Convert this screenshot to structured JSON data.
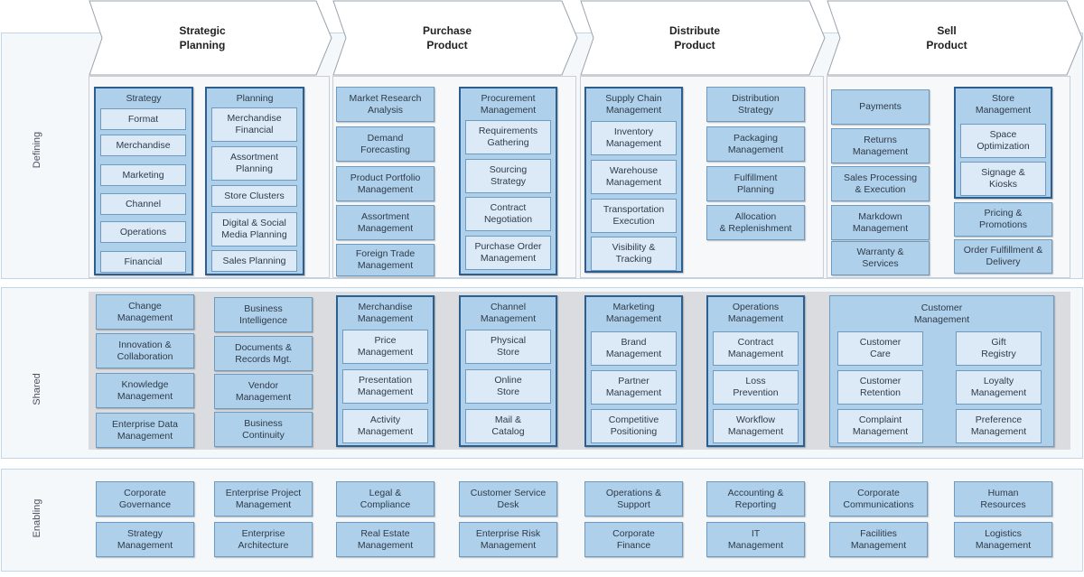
{
  "bands": {
    "defining": "Defining",
    "shared": "Shared",
    "enabling": "Enabling"
  },
  "stages": [
    "Strategic\nPlanning",
    "Purchase\nProduct",
    "Distribute\nProduct",
    "Sell\nProduct"
  ],
  "defining": {
    "strategy": {
      "title": "Strategy",
      "items": [
        "Format",
        "Merchandise",
        "Marketing",
        "Channel",
        "Operations",
        "Financial"
      ]
    },
    "planning": {
      "title": "Planning",
      "items": [
        "Merchandise\nFinancial",
        "Assortment\nPlanning",
        "Store Clusters",
        "Digital & Social\nMedia Planning",
        "Sales Planning"
      ]
    },
    "purchase_left": [
      "Market Research\nAnalysis",
      "Demand\nForecasting",
      "Product Portfolio\nManagement",
      "Assortment\nManagement",
      "Foreign Trade\nManagement"
    ],
    "procurement": {
      "title": "Procurement\nManagement",
      "items": [
        "Requirements\nGathering",
        "Sourcing\nStrategy",
        "Contract\nNegotiation",
        "Purchase Order\nManagement"
      ]
    },
    "supply_chain": {
      "title": "Supply  Chain\nManagement",
      "items": [
        "Inventory\nManagement",
        "Warehouse\nManagement",
        "Transportation\nExecution",
        "Visibility  &\nTracking"
      ]
    },
    "distribute_right": [
      "Distribution\nStrategy",
      "Packaging\nManagement",
      "Fulfillment\nPlanning",
      "Allocation\n& Replenishment"
    ],
    "sell_left": [
      "Payments",
      "Returns\nManagement",
      "Sales Processing\n& Execution",
      "Markdown\nManagement",
      "Warranty  &\nServices"
    ],
    "store_mgmt": {
      "title": "Store\nManagement",
      "items": [
        "Space\nOptimization",
        "Signage &\nKiosks"
      ]
    },
    "sell_right_extra": [
      "Pricing &\nPromotions",
      "Order Fulfillment  &\nDelivery"
    ]
  },
  "shared": {
    "col1": [
      "Change\nManagement",
      "Innovation  &\nCollaboration",
      "Knowledge\nManagement",
      "Enterprise Data\nManagement"
    ],
    "col2": [
      "Business\nIntelligence",
      "Documents  &\nRecords Mgt.",
      "Vendor\nManagement",
      "Business\nContinuity"
    ],
    "merch": {
      "title": "Merchandise\nManagement",
      "items": [
        "Price\nManagement",
        "Presentation\nManagement",
        "Activity\nManagement"
      ]
    },
    "channel": {
      "title": "Channel\nManagement",
      "items": [
        "Physical\nStore",
        "Online\nStore",
        "Mail  &\nCatalog"
      ]
    },
    "marketing": {
      "title": "Marketing\nManagement",
      "items": [
        "Brand\nManagement",
        "Partner\nManagement",
        "Competitive\nPositioning"
      ]
    },
    "operations": {
      "title": "Operations\nManagement",
      "items": [
        "Contract\nManagement",
        "Loss\nPrevention",
        "Workflow\nManagement"
      ]
    },
    "customer": {
      "title": "Customer\nManagement",
      "left": [
        "Customer\nCare",
        "Customer\nRetention",
        "Complaint\nManagement"
      ],
      "right": [
        "Gift\nRegistry",
        "Loyalty\nManagement",
        "Preference\nManagement"
      ]
    }
  },
  "enabling": {
    "top": [
      "Corporate\nGovernance",
      "Enterprise Project\nManagement",
      "Legal  &\nCompliance",
      "Customer  Service\nDesk",
      "Operations  &\nSupport",
      "Accounting  &\nReporting",
      "Corporate\nCommunications",
      "Human\nResources"
    ],
    "bottom": [
      "Strategy\nManagement",
      "Enterprise\nArchitecture",
      "Real Estate\nManagement",
      "Enterprise Risk\nManagement",
      "Corporate\nFinance",
      "IT\nManagement",
      "Facilities\nManagement",
      "Logistics\nManagement"
    ]
  },
  "colors": {
    "box_fill": "#aed0ea",
    "box_border": "#6f9ac0",
    "group_border": "#2c5f8f",
    "sub_fill": "#dbeaf6",
    "shared_bg": "#dadcdf"
  }
}
